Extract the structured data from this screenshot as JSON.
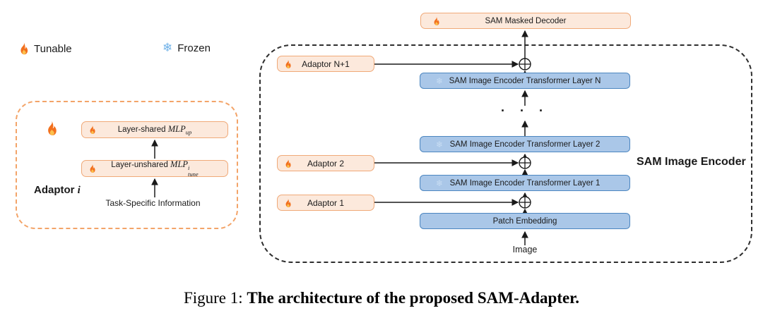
{
  "legend": {
    "tunable": {
      "label": "Tunable"
    },
    "frozen": {
      "label": "Frozen",
      "glyph": "❄"
    }
  },
  "adaptor_detail": {
    "title_prefix": "Adaptor ",
    "title_math": "i",
    "shared_box": {
      "prefix": "Layer-shared ",
      "math": "MLP",
      "sub": "up"
    },
    "unshared_box": {
      "prefix": "Layer-unshared ",
      "math": "MLP",
      "sup": "i",
      "sub": "tune"
    },
    "input_label": "Task-Specific Information"
  },
  "encoder": {
    "title": "SAM Image Encoder",
    "decoder_label": "SAM Masked Decoder",
    "frozen_glyph": "❄",
    "adaptors": [
      {
        "label": "Adaptor N+1"
      },
      {
        "label": "Adaptor 2"
      },
      {
        "label": "Adaptor 1"
      }
    ],
    "layers": [
      {
        "label": "SAM Image Encoder Transformer Layer N"
      },
      {
        "label": "SAM Image Encoder Transformer Layer 2"
      },
      {
        "label": "SAM Image Encoder Transformer Layer 1"
      }
    ],
    "patch_embedding_label": "Patch Embedding",
    "image_label": "Image",
    "dots": "· · ·"
  },
  "figure": {
    "caption_prefix": "Figure 1: ",
    "caption_bold": "The architecture of the proposed SAM-Adapter."
  },
  "colors": {
    "orange_fill": "#FCE9DC",
    "orange_border": "#F0A978",
    "dash_orange": "#F3A469",
    "blue_fill": "#AAC7E8",
    "blue_border": "#4C86C0",
    "dash_dark": "#2E2E2E",
    "line": "#1a1a1a",
    "text": "#1a1a1a",
    "flame_outer": "#F2701D",
    "flame_inner": "#FBC04D",
    "snow_legend": "#6FB1E8",
    "snow_faint": "#C8DDF3"
  }
}
